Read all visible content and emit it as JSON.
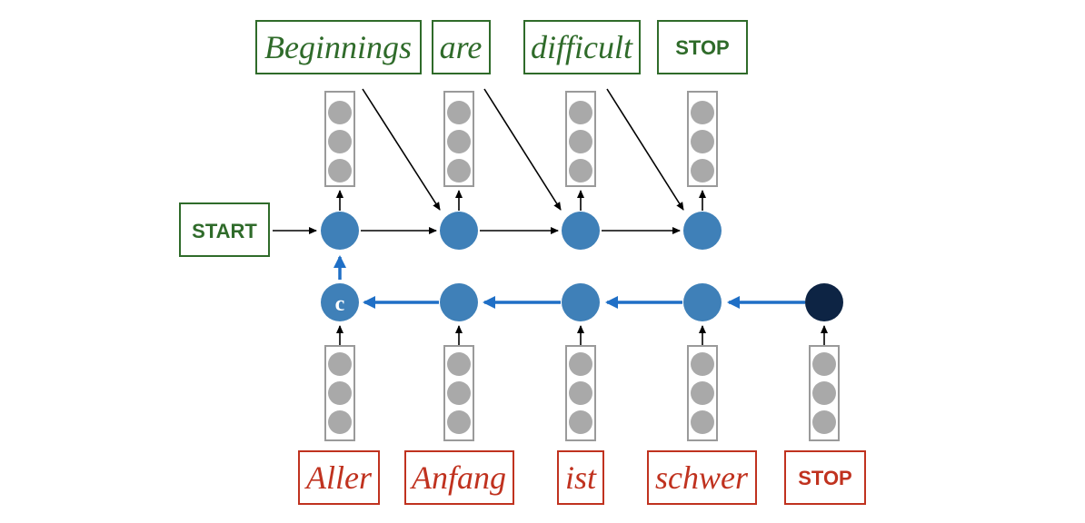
{
  "colors": {
    "output_green": "#2f6b2a",
    "input_red": "#c0321f",
    "hidden_blue": "#3f80b8",
    "final_navy": "#0d2444",
    "encoder_arrow": "#1f6fc6",
    "vector_gray": "#a9a9a9"
  },
  "output_words": [
    "Beginnings",
    "are",
    "difficult",
    "STOP"
  ],
  "start_label": "START",
  "input_words": [
    "Aller",
    "Anfang",
    "ist",
    "schwer",
    "STOP"
  ],
  "context_label": "c"
}
